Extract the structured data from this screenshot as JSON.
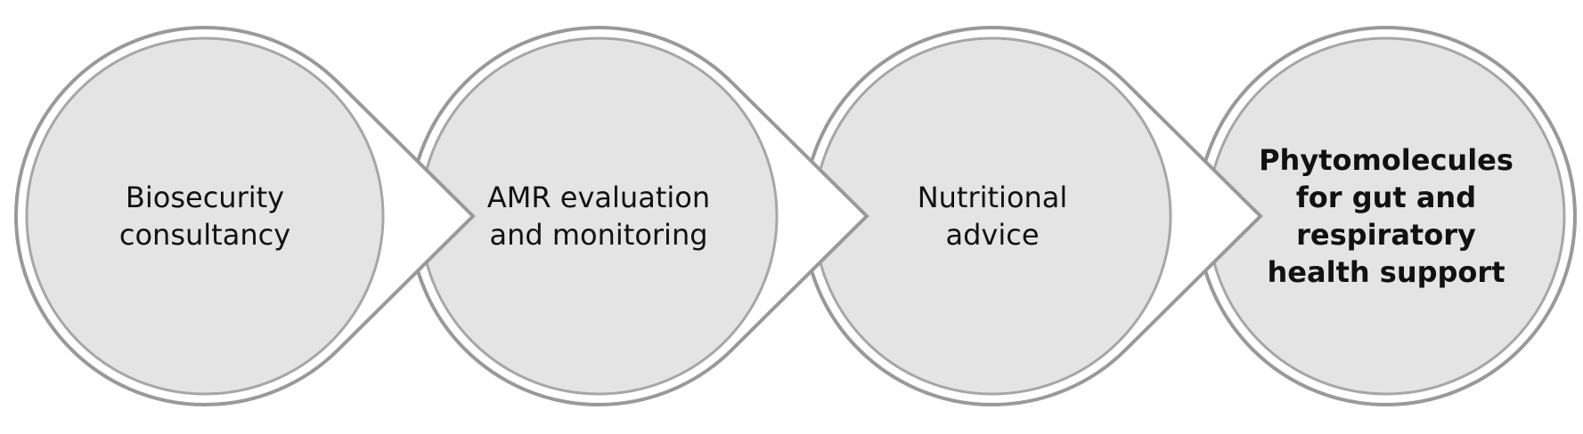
{
  "diagram": {
    "steps": [
      {
        "label": "Biosecurity consultancy",
        "lines": [
          "Biosecurity",
          "consultancy"
        ],
        "bold": false
      },
      {
        "label": "AMR evaluation and monitoring",
        "lines": [
          "AMR evaluation",
          "and monitoring"
        ],
        "bold": false
      },
      {
        "label": "Nutritional advice",
        "lines": [
          "Nutritional",
          "advice"
        ],
        "bold": false
      },
      {
        "label": "Phytomolecules for gut and respiratory health support",
        "lines": [
          "Phytomolecules",
          "for gut and",
          "respiratory",
          "health support"
        ],
        "bold": true
      }
    ],
    "colors": {
      "fill": "#e4e4e4",
      "outer_stroke": "#999999",
      "inner_stroke": "#a6a6a6",
      "background": "#ffffff",
      "text": "#111111"
    }
  }
}
